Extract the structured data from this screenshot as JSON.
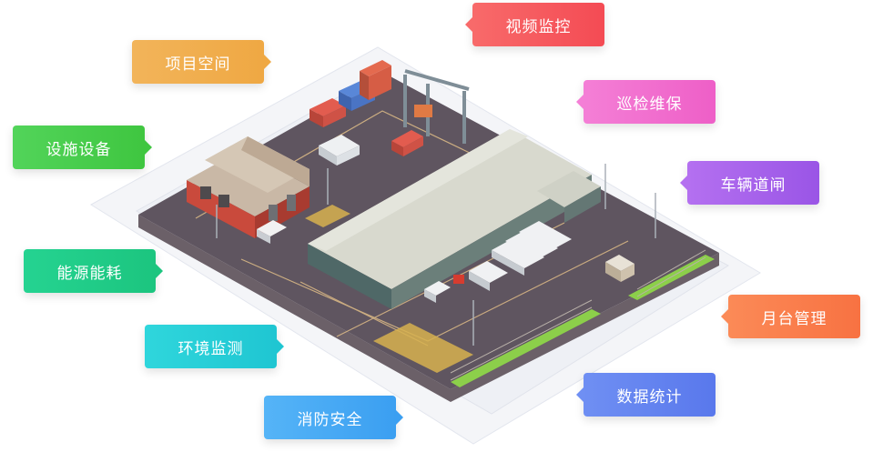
{
  "tags": [
    {
      "label": "项目空间"
    },
    {
      "label": "视频监控"
    },
    {
      "label": "设施设备"
    },
    {
      "label": "巡检维保"
    },
    {
      "label": "车辆道闸"
    },
    {
      "label": "能源能耗"
    },
    {
      "label": "月台管理"
    },
    {
      "label": "环境监测"
    },
    {
      "label": "数据统计"
    },
    {
      "label": "消防安全"
    }
  ]
}
